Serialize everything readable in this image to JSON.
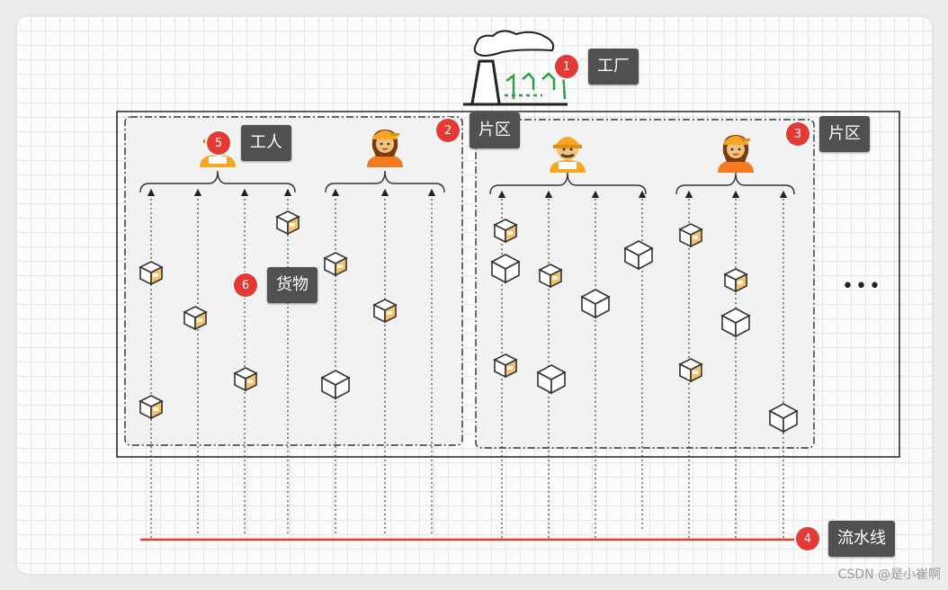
{
  "labels": {
    "factory": {
      "num": "1",
      "text": "工厂"
    },
    "zone_left": {
      "num": "2",
      "text": "片区"
    },
    "zone_right": {
      "num": "3",
      "text": "片区"
    },
    "pipeline": {
      "num": "4",
      "text": "流水线"
    },
    "worker": {
      "num": "5",
      "text": "工人"
    },
    "goods": {
      "num": "6",
      "text": "货物"
    }
  },
  "ellipsis": "•••",
  "watermark": "CSDN @是小崔啊",
  "colors": {
    "badge": "#e53935",
    "label_bg": "#505050",
    "pipeline": "#e53935",
    "factory_green": "#2e9e4b",
    "box_face": "#f4c26b",
    "worker_hat": "#f5a623"
  }
}
